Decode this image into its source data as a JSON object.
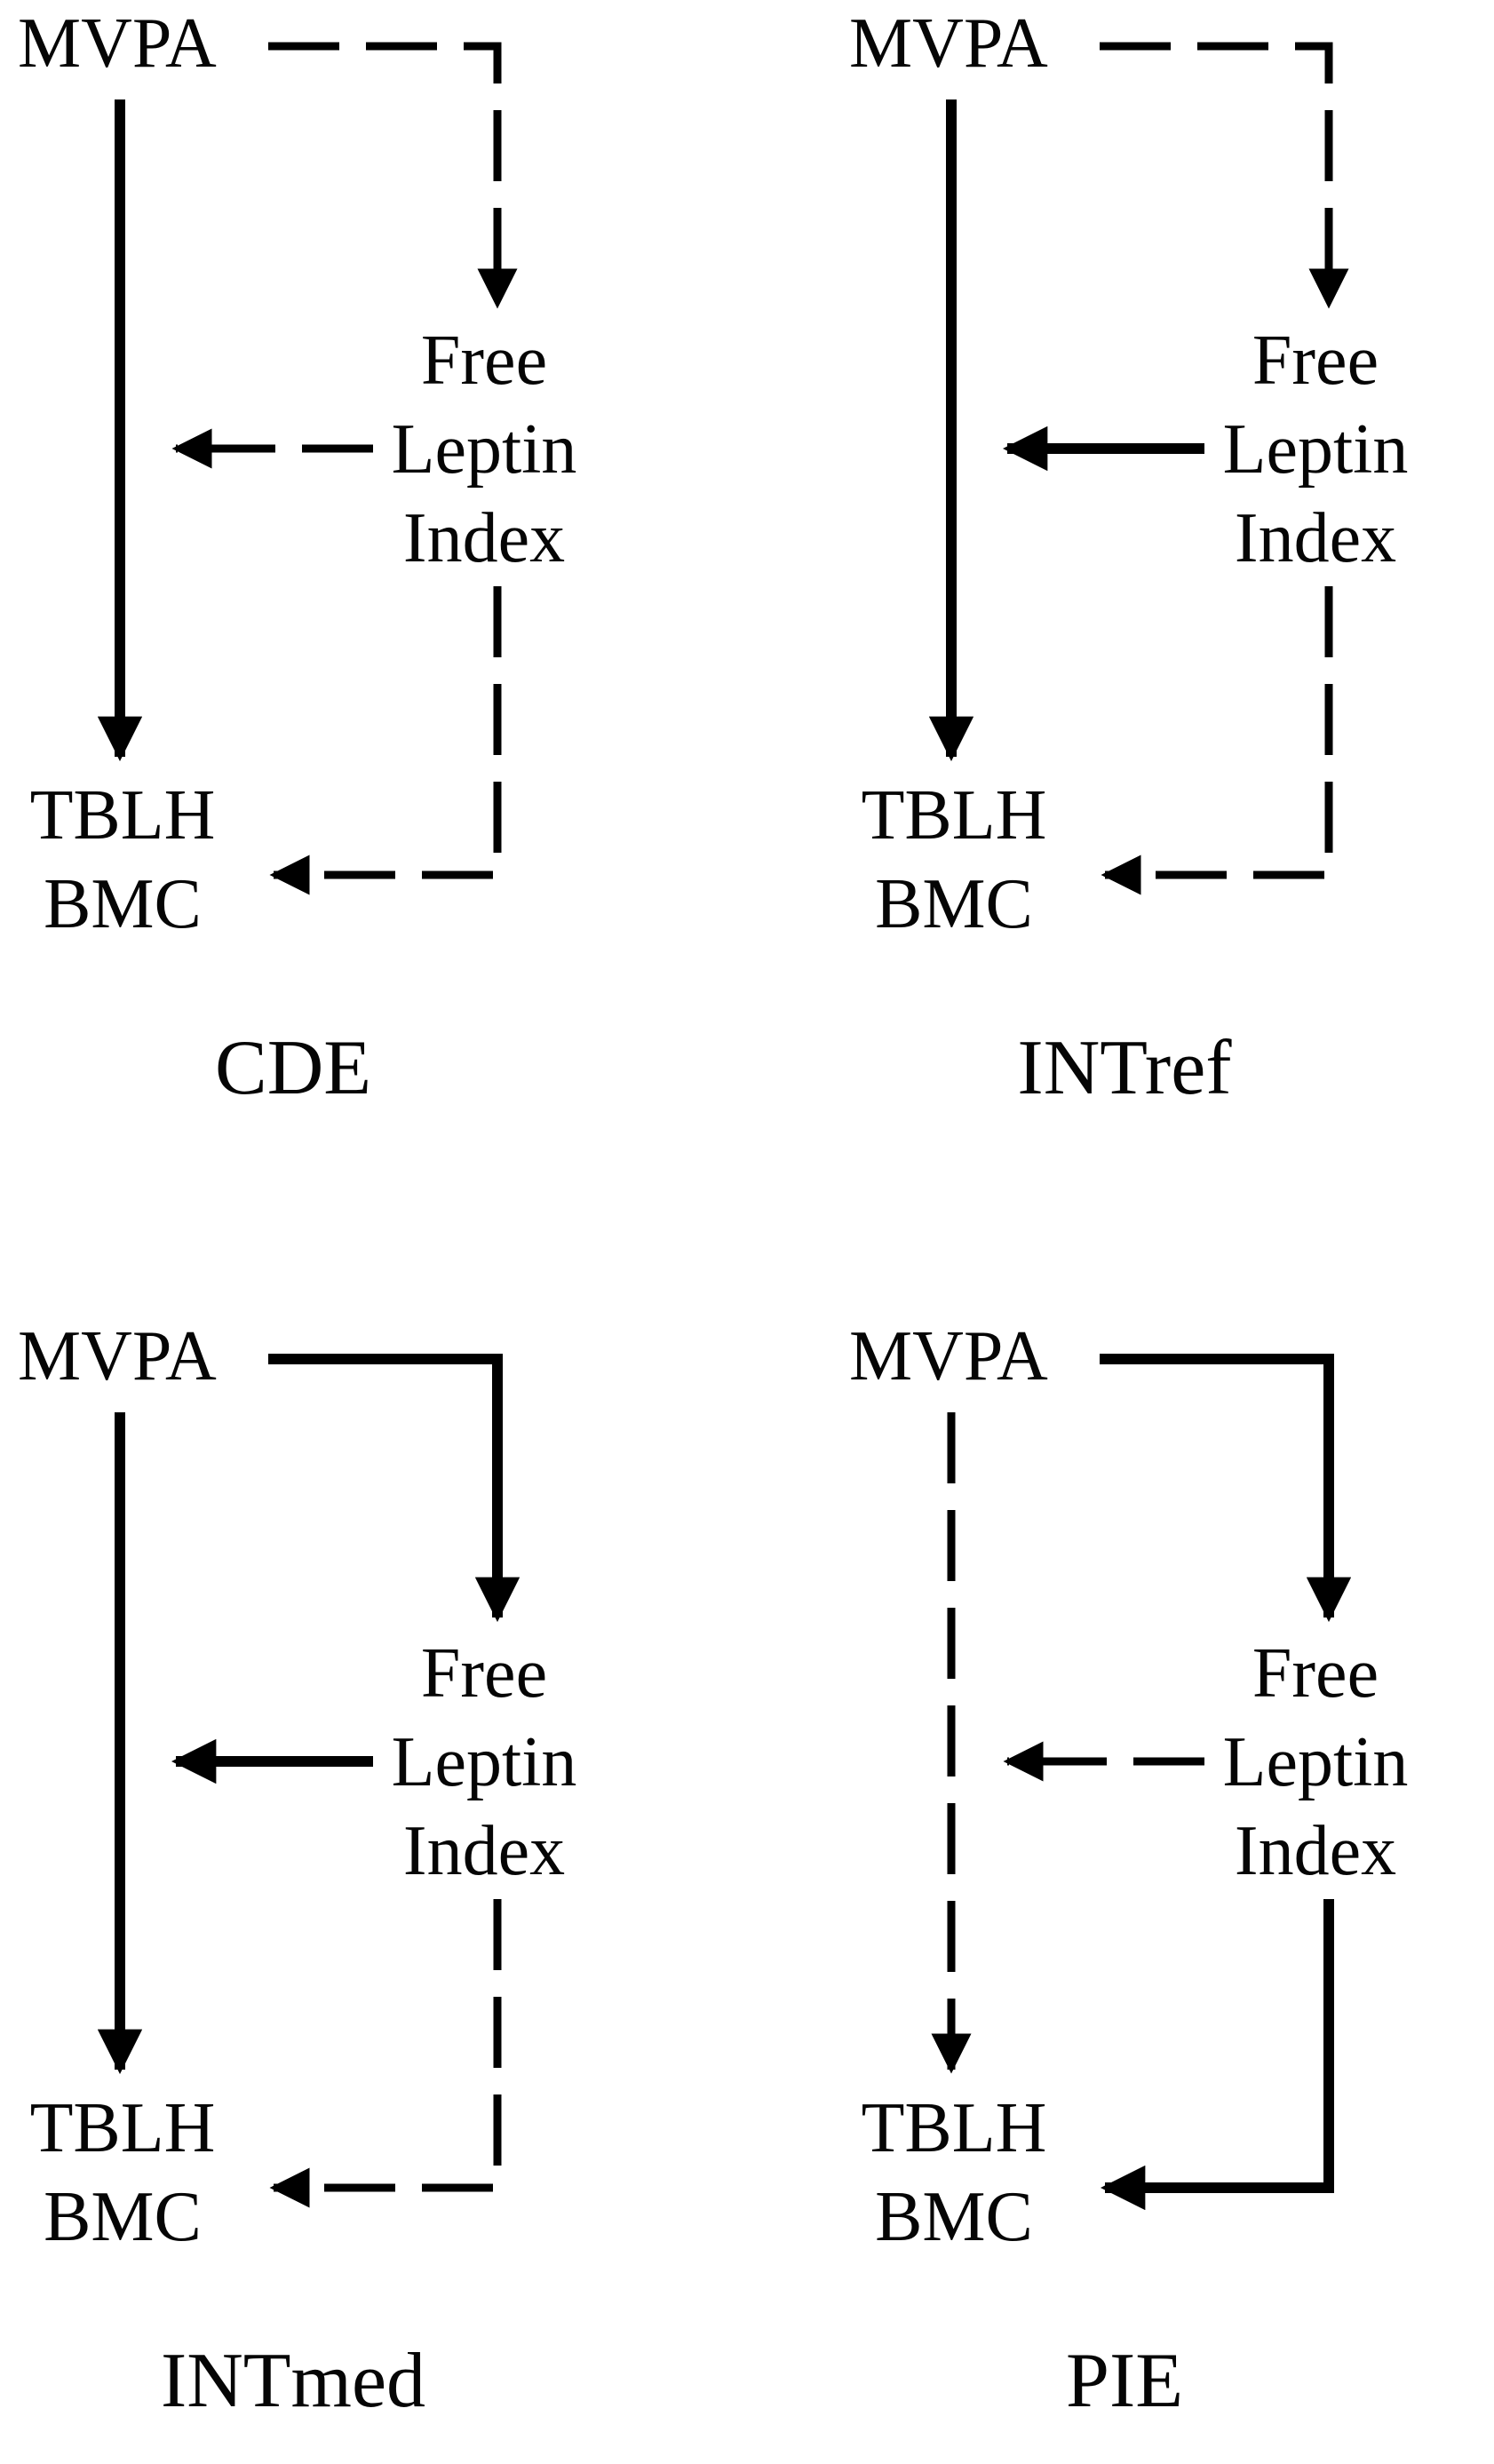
{
  "figure": {
    "background_color": "#ffffff",
    "ink_color": "#000000",
    "nodes": {
      "exposure": "MVPA",
      "mediator_lines": [
        "Free",
        "Leptin",
        "Index"
      ],
      "outcome_lines": [
        "TBLH",
        "BMC"
      ]
    },
    "edge_styles": {
      "solid_stroke": 12,
      "dashed_stroke": 9
    },
    "panels": [
      {
        "label": "CDE",
        "edges": {
          "exposure_to_mediator": "dashed",
          "exposure_to_outcome": "solid",
          "mediator_to_direct_path": "dashed",
          "mediator_to_outcome": "dashed"
        }
      },
      {
        "label": "INTref",
        "edges": {
          "exposure_to_mediator": "dashed",
          "exposure_to_outcome": "solid",
          "mediator_to_direct_path": "solid",
          "mediator_to_outcome": "dashed"
        }
      },
      {
        "label": "INTmed",
        "edges": {
          "exposure_to_mediator": "solid",
          "exposure_to_outcome": "solid",
          "mediator_to_direct_path": "solid",
          "mediator_to_outcome": "dashed"
        }
      },
      {
        "label": "PIE",
        "edges": {
          "exposure_to_mediator": "solid",
          "exposure_to_outcome": "dashed",
          "mediator_to_direct_path": "dashed",
          "mediator_to_outcome": "solid"
        }
      }
    ]
  }
}
